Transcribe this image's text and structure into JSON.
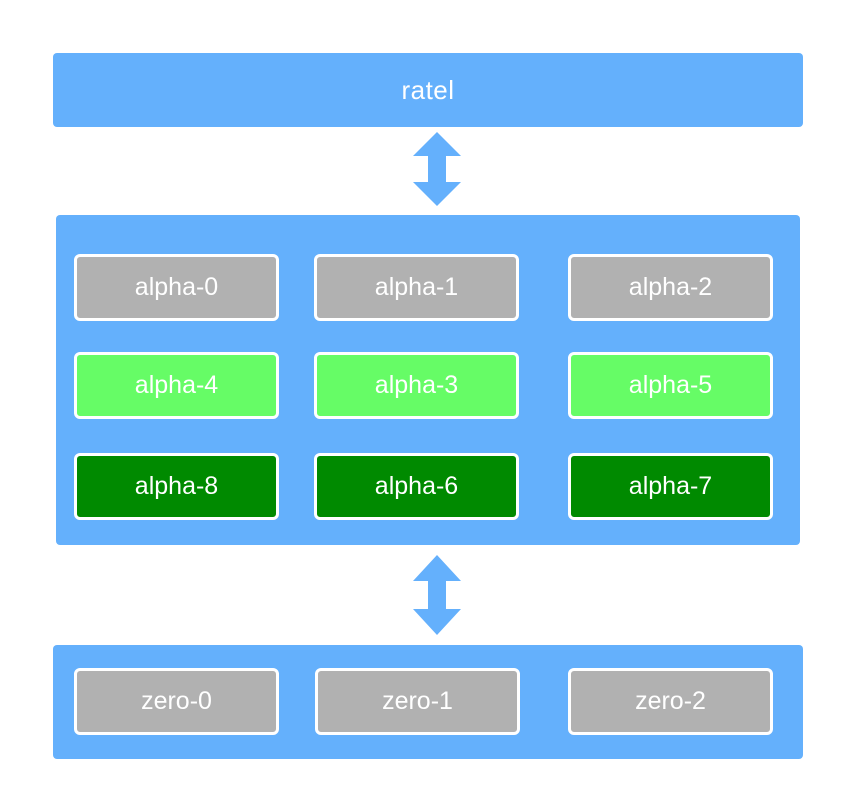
{
  "colors": {
    "panel": "#64b0fc",
    "arrow": "#64b0fc",
    "node_idle": "#b1b1b1",
    "node_light": "#66fc66",
    "node_dark": "#008a00",
    "node_border": "#ffffff",
    "text": "#ffffff"
  },
  "ratel": {
    "label": "ratel"
  },
  "alpha_group": {
    "rows": [
      {
        "status": "idle",
        "nodes": [
          {
            "label": "alpha-0"
          },
          {
            "label": "alpha-1"
          },
          {
            "label": "alpha-2"
          }
        ]
      },
      {
        "status": "light",
        "nodes": [
          {
            "label": "alpha-4"
          },
          {
            "label": "alpha-3"
          },
          {
            "label": "alpha-5"
          }
        ]
      },
      {
        "status": "dark",
        "nodes": [
          {
            "label": "alpha-8"
          },
          {
            "label": "alpha-6"
          },
          {
            "label": "alpha-7"
          }
        ]
      }
    ]
  },
  "zero_group": {
    "status": "idle",
    "nodes": [
      {
        "label": "zero-0"
      },
      {
        "label": "zero-1"
      },
      {
        "label": "zero-2"
      }
    ]
  },
  "connectors": [
    {
      "from": "ratel",
      "to": "alpha_group",
      "direction": "bidirectional",
      "icon": "double-arrow-vertical-icon"
    },
    {
      "from": "alpha_group",
      "to": "zero_group",
      "direction": "bidirectional",
      "icon": "double-arrow-vertical-icon"
    }
  ]
}
